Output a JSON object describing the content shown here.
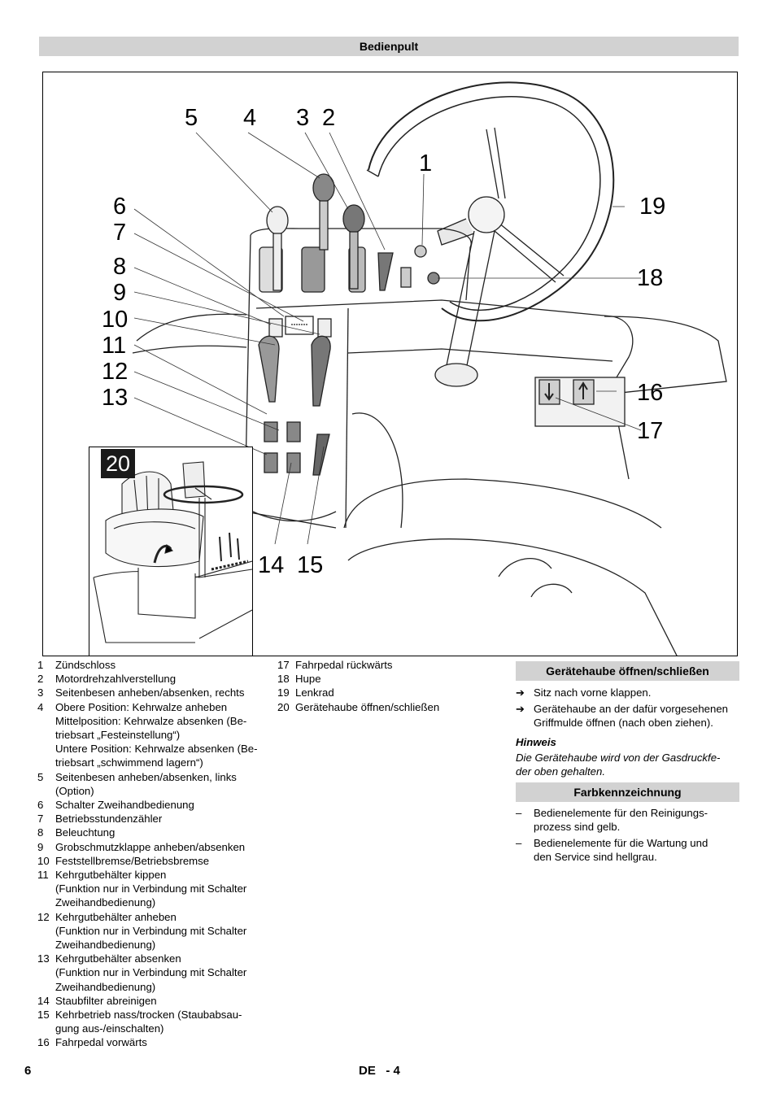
{
  "header": {
    "title": "Bedienpult"
  },
  "figure": {
    "callouts": [
      "5",
      "4",
      "3",
      "2",
      "1",
      "6",
      "7",
      "8",
      "9",
      "10",
      "11",
      "12",
      "13",
      "19",
      "18",
      "16",
      "17",
      "14",
      "15"
    ],
    "inset_number": "20"
  },
  "legend_left": [
    {
      "num": "1",
      "lines": [
        "Zündschloss"
      ]
    },
    {
      "num": "2",
      "lines": [
        "Motordrehzahlverstellung"
      ]
    },
    {
      "num": "3",
      "lines": [
        "Seitenbesen anheben/absenken, rechts"
      ]
    },
    {
      "num": "4",
      "lines": [
        "Obere Position: Kehrwalze anheben",
        "Mittelposition: Kehrwalze absenken (Be-",
        "triebsart „Festeinstellung“)",
        "Untere Position: Kehrwalze absenken (Be-",
        "triebsart „schwimmend lagern“)"
      ]
    },
    {
      "num": "5",
      "lines": [
        "Seitenbesen anheben/absenken, links",
        "(Option)"
      ]
    },
    {
      "num": "6",
      "lines": [
        "Schalter Zweihandbedienung"
      ]
    },
    {
      "num": "7",
      "lines": [
        "Betriebsstundenzähler"
      ]
    },
    {
      "num": "8",
      "lines": [
        "Beleuchtung"
      ]
    },
    {
      "num": "9",
      "lines": [
        "Grobschmutzklappe anheben/absenken"
      ]
    },
    {
      "num": "10",
      "lines": [
        "Feststellbremse/Betriebsbremse"
      ]
    },
    {
      "num": "11",
      "lines": [
        "Kehrgutbehälter kippen",
        "(Funktion nur in Verbindung mit Schalter",
        "Zweihandbedienung)"
      ]
    },
    {
      "num": "12",
      "lines": [
        "Kehrgutbehälter anheben",
        "(Funktion nur in Verbindung mit Schalter",
        "Zweihandbedienung)"
      ]
    },
    {
      "num": "13",
      "lines": [
        "Kehrgutbehälter absenken",
        "(Funktion nur in Verbindung mit Schalter",
        "Zweihandbedienung)"
      ]
    },
    {
      "num": "14",
      "lines": [
        "Staubfilter abreinigen"
      ]
    },
    {
      "num": "15",
      "lines": [
        "Kehrbetrieb nass/trocken (Staubabsau-",
        "gung aus-/einschalten)"
      ]
    },
    {
      "num": "16",
      "lines": [
        "Fahrpedal vorwärts"
      ]
    }
  ],
  "legend_right": [
    {
      "num": "17",
      "lines": [
        "Fahrpedal rückwärts"
      ]
    },
    {
      "num": "18",
      "lines": [
        "Hupe"
      ]
    },
    {
      "num": "19",
      "lines": [
        "Lenkrad"
      ]
    },
    {
      "num": "20",
      "lines": [
        "Gerätehaube öffnen/schließen"
      ]
    }
  ],
  "hood_section": {
    "title": "Gerätehaube öffnen/schließen",
    "arrow_glyph": "➔",
    "steps": [
      [
        "Sitz nach vorne klappen."
      ],
      [
        "Gerätehaube an der dafür vorgesehenen",
        "Griffmulde öffnen (nach oben ziehen)."
      ]
    ],
    "note_title": "Hinweis",
    "note_lines": [
      "Die Gerätehaube wird von der Gasdruckfe-",
      "der oben gehalten."
    ]
  },
  "color_section": {
    "title": "Farbkennzeichnung",
    "dash": "–",
    "items": [
      [
        "Bedienelemente für den Reinigungs-",
        "prozess sind gelb."
      ],
      [
        "Bedienelemente für die Wartung und",
        "den Service sind hellgrau."
      ]
    ]
  },
  "footer": {
    "page": "6",
    "code": "DE   - 4"
  }
}
